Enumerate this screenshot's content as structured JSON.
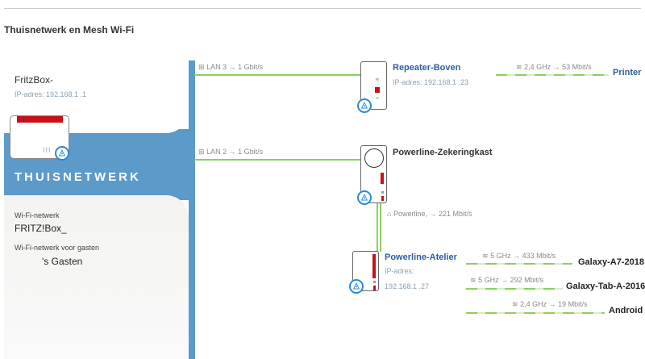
{
  "page": {
    "title": "Thuisnetwerk en Mesh Wi-Fi"
  },
  "fritzbox": {
    "name": "FritzBox-",
    "ip": "IP-adres: 192.168.1     .1",
    "section": "THUISNETWERK"
  },
  "wifi": {
    "label": "Wi-Fi-netwerk",
    "value": "FRITZ!Box_",
    "guest_label": "Wi-Fi-netwerk voor gasten",
    "guest_value": "'s Gasten"
  },
  "links": {
    "lan3": "LAN 3  → 1 Gbit/s",
    "lan2": "LAN 2  → 1 Gbit/s",
    "powerline": "Powerline, → 221 Mbit/s"
  },
  "devices": [
    {
      "name": "Repeater-Boven",
      "ip": "IP-adres: 192.168.1     .23"
    },
    {
      "name": "Powerline-Zekeringkast"
    },
    {
      "name": "Powerline-Atelier",
      "ip_label": "IP-adres:",
      "ip": "192.168.1     .27"
    }
  ],
  "clients": [
    {
      "name": "Printer",
      "conn": "2,4 GHz  → 53 Mbit/s"
    },
    {
      "name": "Galaxy-A7-2018",
      "conn": "5 GHz  → 433 Mbit/s"
    },
    {
      "name": "Galaxy-Tab-A-2016",
      "conn": "5 GHz  → 292 Mbit/s"
    },
    {
      "name": "Android",
      "conn": "2,4 GHz  → 19 Mbit/s"
    }
  ],
  "icons": {
    "mesh": "◬",
    "wifi": "≋",
    "lan": "⊞",
    "home": "⌂"
  }
}
